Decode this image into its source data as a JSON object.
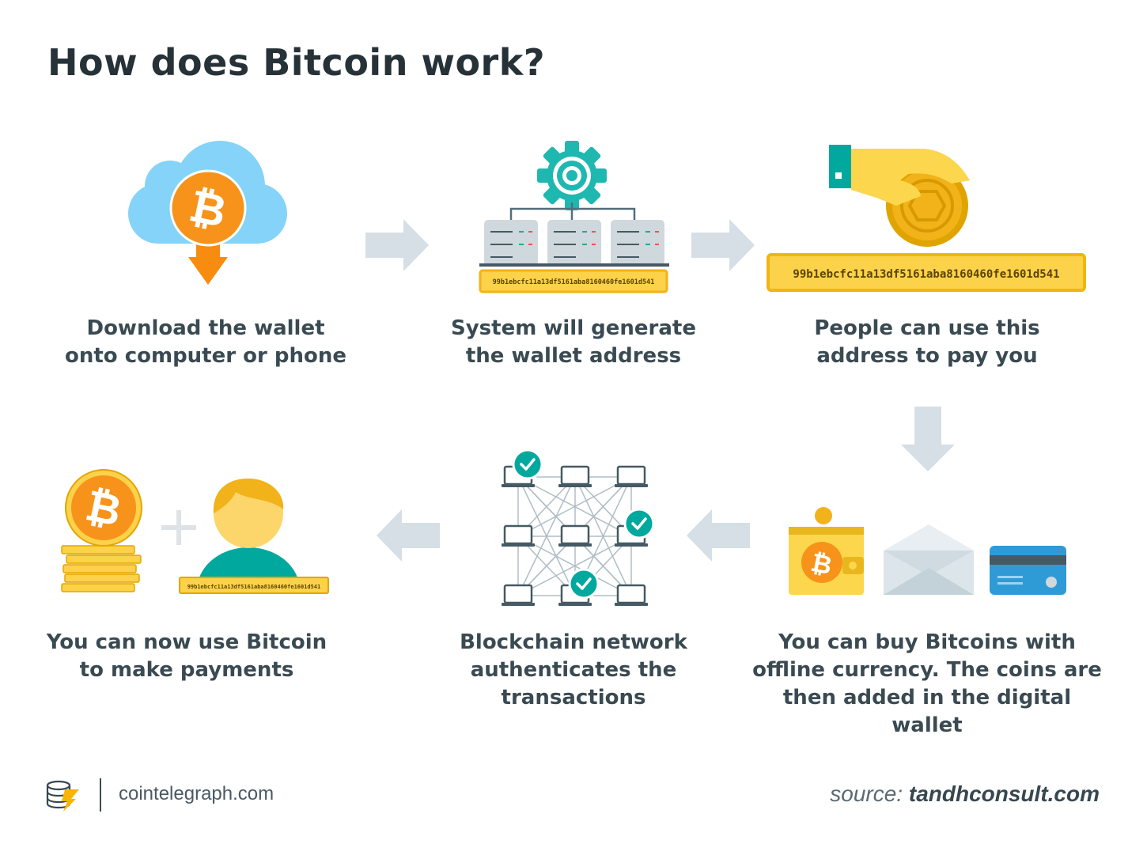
{
  "title": "How does Bitcoin work?",
  "steps": [
    {
      "lines": [
        "Download the wallet",
        "onto computer or phone"
      ]
    },
    {
      "lines": [
        "System will generate",
        "the wallet address"
      ]
    },
    {
      "lines": [
        "People can use this",
        "address to pay you"
      ]
    },
    {
      "lines": [
        "You can buy Bitcoins with",
        "offline currency. The coins are",
        "then added in the digital",
        "wallet"
      ]
    },
    {
      "lines": [
        "Blockchain network",
        "authenticates the",
        "transactions"
      ]
    },
    {
      "lines": [
        "You can now use Bitcoin",
        "to make payments"
      ]
    }
  ],
  "wallet_address": "99b1ebcfc11a13df5161aba8160460fe1601d541",
  "footer": {
    "site": "cointelegraph.com",
    "source_label": "source:",
    "source_value": "tandhconsult.com"
  },
  "colors": {
    "bitcoin_orange": "#f7931a",
    "teal": "#00a89e",
    "cloud_blue": "#7fd0f7",
    "arrow_gray": "#d5dfe5",
    "yellow": "#fcd24a"
  }
}
